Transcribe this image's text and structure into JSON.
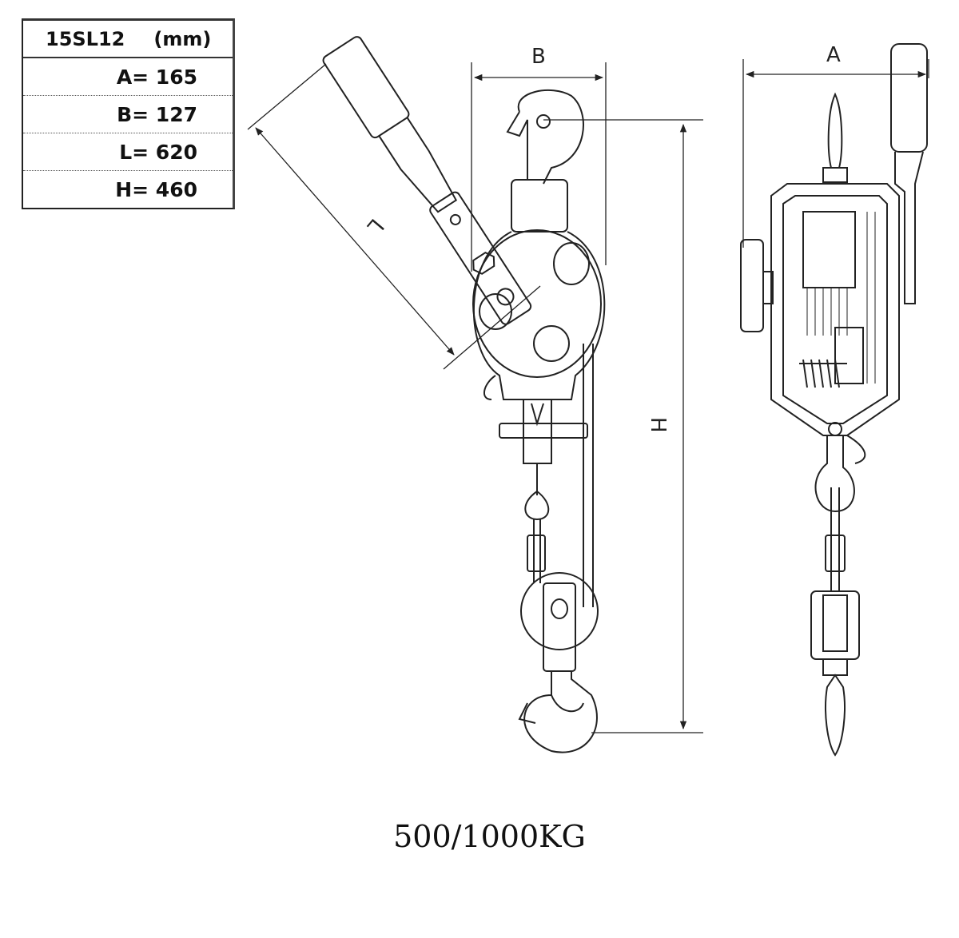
{
  "spec_table": {
    "model": "15SL12",
    "unit": "(mm)",
    "rows": [
      {
        "label": "A= 165"
      },
      {
        "label": "B= 127"
      },
      {
        "label": "L= 620"
      },
      {
        "label": "H= 460"
      }
    ]
  },
  "dimensions": {
    "a": "A",
    "b": "B",
    "l": "L",
    "h": "H"
  },
  "capacity": "500/1000KG"
}
